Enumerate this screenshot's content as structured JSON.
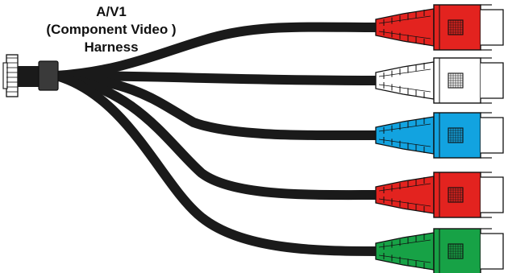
{
  "title": {
    "lines": [
      "A/V1",
      "(Component Video )",
      "Harness"
    ]
  },
  "plugs": [
    {
      "name": "plug-red-1",
      "color": "#e3231f"
    },
    {
      "name": "plug-white",
      "color": "#ffffff"
    },
    {
      "name": "plug-blue",
      "color": "#12a3e0"
    },
    {
      "name": "plug-red-2",
      "color": "#e3231f"
    },
    {
      "name": "plug-green",
      "color": "#17a246"
    }
  ],
  "colors": {
    "cable": "#1a1a1a",
    "outline": "#111111",
    "ferrite": "#3a3a3a",
    "connector_body": "#ffffff"
  }
}
